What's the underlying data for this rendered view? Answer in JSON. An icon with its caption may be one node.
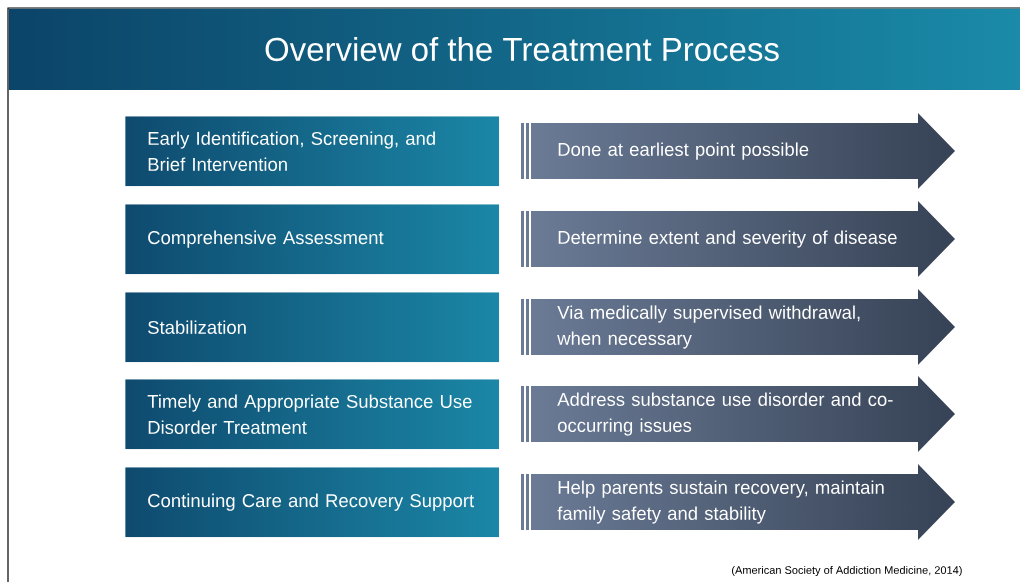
{
  "diagram": {
    "title": "Overview of the Treatment Process",
    "nodes": [
      {
        "text": [
          "Early Identification, Screening, and Brief Intervention"
        ]
      },
      {
        "text": [
          "Done at earliest point possible"
        ]
      },
      {
        "text": [
          "Comprehensive Assessment"
        ]
      },
      {
        "text": [
          "Determine extent and severity of disease"
        ]
      },
      {
        "text": [
          "Stabilization"
        ]
      },
      {
        "text": [
          "Via medically supervised withdrawal, when necessary"
        ]
      },
      {
        "text": [
          "Timely and Appropriate Substance Use Disorder Treatment"
        ]
      },
      {
        "text": [
          "Address substance use disorder and co-occurring issues"
        ]
      },
      {
        "text": [
          "Continuing Care and Recovery Support"
        ]
      },
      {
        "text": [
          "Help parents sustain recovery, maintain family safety and stability"
        ]
      }
    ],
    "labels": [
      "(American Society of Addiction Medicine, 2014)"
    ]
  }
}
